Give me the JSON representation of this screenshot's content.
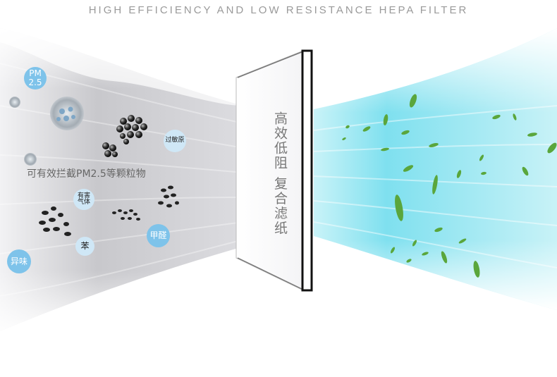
{
  "header": {
    "title": "HIGH EFFICIENCY AND LOW RESISTANCE HEPA FILTER"
  },
  "pollutants": {
    "pm25": "PM\n2.5",
    "allergen": "过敏原",
    "harmful_gas": "有害\n气体",
    "benzene": "苯",
    "formaldehyde": "甲醛",
    "odor": "异味",
    "caption": "可有效拦截PM2.5等颗粒物"
  },
  "filter": {
    "label": "高效低阻 复合滤纸"
  },
  "colors": {
    "bubble": "#7ec3ea",
    "clean_air": "#7fe0ef",
    "dirty_air": "#c9c9cc",
    "leaf": "#5aa63c"
  },
  "icons": [
    "particle-cluster-icon",
    "leaf-icon"
  ]
}
